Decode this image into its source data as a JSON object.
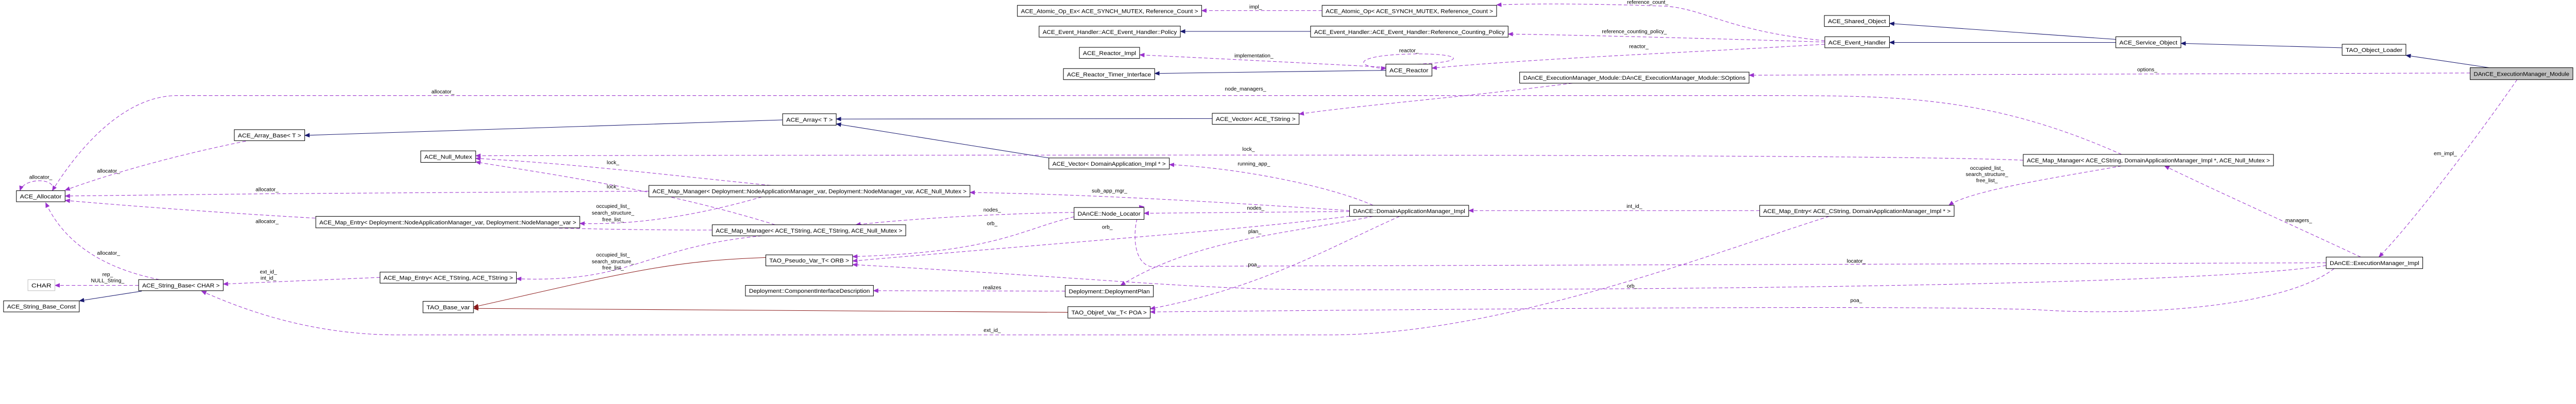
{
  "colors": {
    "usage": "#9a32cd",
    "inheritance": "#191970",
    "template": "#8b1a1a",
    "focus_fill": "#bfbfbf"
  },
  "nodes": {
    "alloc": "ACE_Allocator",
    "char": "CHAR",
    "sbc": "ACE_String_Base_Const",
    "sb": "ACE_String_Base< CHAR >",
    "ab": "ACE_Array_Base< T >",
    "nm": "ACE_Null_Mutex",
    "menm": "ACE_Map_Entry< Deployment::NodeApplicationManager_var, Deployment::NodeManager_var >",
    "mets": "ACE_Map_Entry< ACE_TString, ACE_TString >",
    "tbv": "TAO_Base_var",
    "arr": "ACE_Array< T >",
    "mmnm": "ACE_Map_Manager< Deployment::NodeApplicationManager_var, Deployment::NodeManager_var, ACE_Null_Mutex >",
    "mmts": "ACE_Map_Manager< ACE_TString, ACE_TString, ACE_Null_Mutex >",
    "pvo": "TAO_Pseudo_Var_T< ORB >",
    "cid": "Deployment::ComponentInterfaceDescription",
    "vda": "ACE_Vector< DomainApplication_Impl * >",
    "aoe": "ACE_Atomic_Op_Ex< ACE_SYNCH_MUTEX, Reference_Count >",
    "ehp": "ACE_Event_Handler::ACE_Event_Handler::Policy",
    "ri": "ACE_Reactor_Impl",
    "rti": "ACE_Reactor_Timer_Interface",
    "ao": "ACE_Atomic_Op< ACE_SYNCH_MUTEX, Reference_Count >",
    "rcp": "ACE_Event_Handler::ACE_Event_Handler::Reference_Counting_Policy",
    "r": "ACE_Reactor",
    "so": "DAnCE_ExecutionManager_Module::DAnCE_ExecutionManager_Module::SOptions",
    "vts": "ACE_Vector< ACE_TString >",
    "nl": "DAnCE::Node_Locator",
    "dam": "DAnCE::DomainApplicationManager_Impl",
    "dp": "Deployment::DeploymentPlan",
    "poa": "TAO_Objref_Var_T< POA >",
    "sho": "ACE_Shared_Object",
    "eh": "ACE_Event_Handler",
    "svc": "ACE_Service_Object",
    "mmcs": "ACE_Map_Manager< ACE_CString, DomainApplicationManager_Impl *, ACE_Null_Mutex >",
    "mecs": "ACE_Map_Entry< ACE_CString, DomainApplicationManager_Impl * >",
    "tol": "TAO_Object_Loader",
    "mod": "DAnCE_ExecutionManager_Module",
    "emi": "DAnCE::ExecutionManager_Impl"
  },
  "focus_node": "mod",
  "edges": [
    {
      "from": "alloc",
      "to": "alloc",
      "kind": "usage",
      "label": [
        "allocator_"
      ]
    },
    {
      "from": "ab",
      "to": "alloc",
      "kind": "usage",
      "label": [
        "allocator_"
      ]
    },
    {
      "from": "mmcs",
      "to": "alloc",
      "kind": "usage",
      "label": [
        "allocator_"
      ]
    },
    {
      "from": "mmnm",
      "to": "alloc",
      "kind": "usage",
      "label": [
        "allocator_"
      ]
    },
    {
      "from": "mmts",
      "to": "alloc",
      "kind": "usage",
      "label": [
        "allocator_"
      ]
    },
    {
      "from": "sb",
      "to": "alloc",
      "kind": "usage",
      "label": [
        "allocator_"
      ]
    },
    {
      "from": "sb",
      "to": "char",
      "kind": "usage",
      "label": [
        "rep_",
        "NULL_String_"
      ]
    },
    {
      "from": "mets",
      "to": "sb",
      "kind": "usage",
      "label": [
        "ext_id_",
        "int_id_"
      ]
    },
    {
      "from": "mecs",
      "to": "sb",
      "kind": "usage",
      "label": [
        "ext_id_"
      ]
    },
    {
      "from": "mmnm",
      "to": "nm",
      "kind": "usage",
      "label": [
        "lock_"
      ]
    },
    {
      "from": "mmts",
      "to": "nm",
      "kind": "usage",
      "label": [
        "lock_"
      ]
    },
    {
      "from": "mmcs",
      "to": "nm",
      "kind": "usage",
      "label": [
        "lock_"
      ]
    },
    {
      "from": "mmnm",
      "to": "menm",
      "kind": "usage",
      "label": [
        "occupied_list_",
        "search_structure_",
        "free_list_"
      ]
    },
    {
      "from": "mmts",
      "to": "mets",
      "kind": "usage",
      "label": [
        "occupied_list_",
        "search_structure_",
        "free_list_"
      ]
    },
    {
      "from": "mmcs",
      "to": "mecs",
      "kind": "usage",
      "label": [
        "occupied_list_",
        "search_structure_",
        "free_list_"
      ]
    },
    {
      "from": "dam",
      "to": "mmnm",
      "kind": "usage",
      "label": [
        "sub_app_mgr_"
      ]
    },
    {
      "from": "nl",
      "to": "mmts",
      "kind": "usage",
      "label": [
        "nodes_"
      ]
    },
    {
      "from": "dam",
      "to": "nl",
      "kind": "usage",
      "label": [
        "nodes_"
      ]
    },
    {
      "from": "nl",
      "to": "pvo",
      "kind": "usage",
      "label": [
        "orb_"
      ]
    },
    {
      "from": "dam",
      "to": "pvo",
      "kind": "usage",
      "label": [
        "orb_"
      ]
    },
    {
      "from": "emi",
      "to": "pvo",
      "kind": "usage",
      "label": [
        "orb_"
      ]
    },
    {
      "from": "emi",
      "to": "nl",
      "kind": "usage",
      "label": [
        "locator_"
      ]
    },
    {
      "from": "emi",
      "to": "poa",
      "kind": "usage",
      "label": [
        "poa_"
      ]
    },
    {
      "from": "dam",
      "to": "poa",
      "kind": "usage",
      "label": [
        "poa_"
      ]
    },
    {
      "from": "dam",
      "to": "dp",
      "kind": "usage",
      "label": [
        "plan_"
      ]
    },
    {
      "from": "dam",
      "to": "vda",
      "kind": "usage",
      "label": [
        "running_app_"
      ]
    },
    {
      "from": "dp",
      "to": "cid",
      "kind": "usage",
      "label": [
        "realizes"
      ]
    },
    {
      "from": "mecs",
      "to": "dam",
      "kind": "usage",
      "label": [
        "int_id_"
      ]
    },
    {
      "from": "emi",
      "to": "mmcs",
      "kind": "usage",
      "label": [
        "managers_"
      ]
    },
    {
      "from": "mod",
      "to": "emi",
      "kind": "usage",
      "label": [
        "em_impl_"
      ]
    },
    {
      "from": "mod",
      "to": "so",
      "kind": "usage",
      "label": [
        "options_"
      ]
    },
    {
      "from": "so",
      "to": "vts",
      "kind": "usage",
      "label": [
        "node_managers_"
      ]
    },
    {
      "from": "eh",
      "to": "ao",
      "kind": "usage",
      "label": [
        "reference_count_"
      ]
    },
    {
      "from": "eh",
      "to": "rcp",
      "kind": "usage",
      "label": [
        "reference_counting_policy_"
      ]
    },
    {
      "from": "eh",
      "to": "r",
      "kind": "usage",
      "label": [
        "reactor_"
      ]
    },
    {
      "from": "r",
      "to": "r",
      "kind": "usage",
      "label": [
        "reactor_"
      ]
    },
    {
      "from": "r",
      "to": "ri",
      "kind": "usage",
      "label": [
        "implementation_"
      ]
    },
    {
      "from": "ao",
      "to": "aoe",
      "kind": "usage",
      "label": [
        "impl_"
      ]
    },
    {
      "from": "arr",
      "to": "ab",
      "kind": "inheritance",
      "label": []
    },
    {
      "from": "vts",
      "to": "arr",
      "kind": "inheritance",
      "label": []
    },
    {
      "from": "vda",
      "to": "arr",
      "kind": "inheritance",
      "label": []
    },
    {
      "from": "sb",
      "to": "sbc",
      "kind": "inheritance",
      "label": []
    },
    {
      "from": "rcp",
      "to": "ehp",
      "kind": "inheritance",
      "label": []
    },
    {
      "from": "r",
      "to": "rti",
      "kind": "inheritance",
      "label": []
    },
    {
      "from": "svc",
      "to": "sho",
      "kind": "inheritance",
      "label": []
    },
    {
      "from": "svc",
      "to": "eh",
      "kind": "inheritance",
      "label": []
    },
    {
      "from": "tol",
      "to": "svc",
      "kind": "inheritance",
      "label": []
    },
    {
      "from": "mod",
      "to": "tol",
      "kind": "inheritance",
      "label": []
    },
    {
      "from": "pvo",
      "to": "tbv",
      "kind": "template",
      "label": []
    },
    {
      "from": "poa",
      "to": "tbv",
      "kind": "template",
      "label": []
    }
  ]
}
